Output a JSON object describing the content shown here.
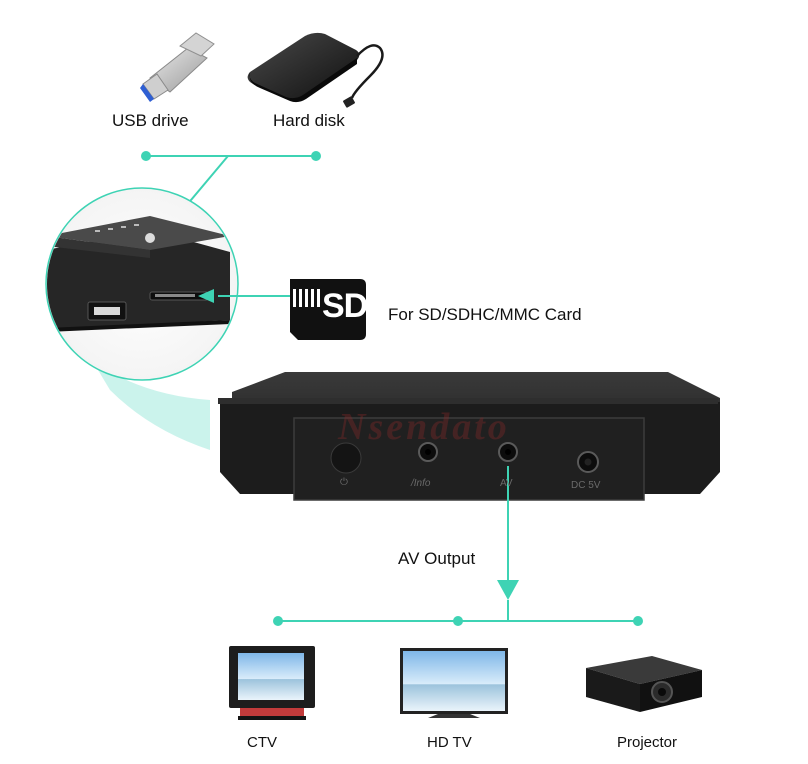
{
  "sources": {
    "usb_drive_label": "USB drive",
    "hard_disk_label": "Hard disk"
  },
  "card": {
    "sd_badge_text": "SD",
    "label": "For SD/SDHC/MMC Card"
  },
  "device": {
    "brand_watermark": "Nsendato",
    "power_label": "⏻",
    "port_labels": [
      "/Info",
      "AV",
      "DC 5V"
    ]
  },
  "output": {
    "label": "AV Output",
    "targets": [
      "CTV",
      "HD TV",
      "Projector"
    ]
  },
  "colors": {
    "accent": "#3ed3b4",
    "device": "#232323"
  }
}
